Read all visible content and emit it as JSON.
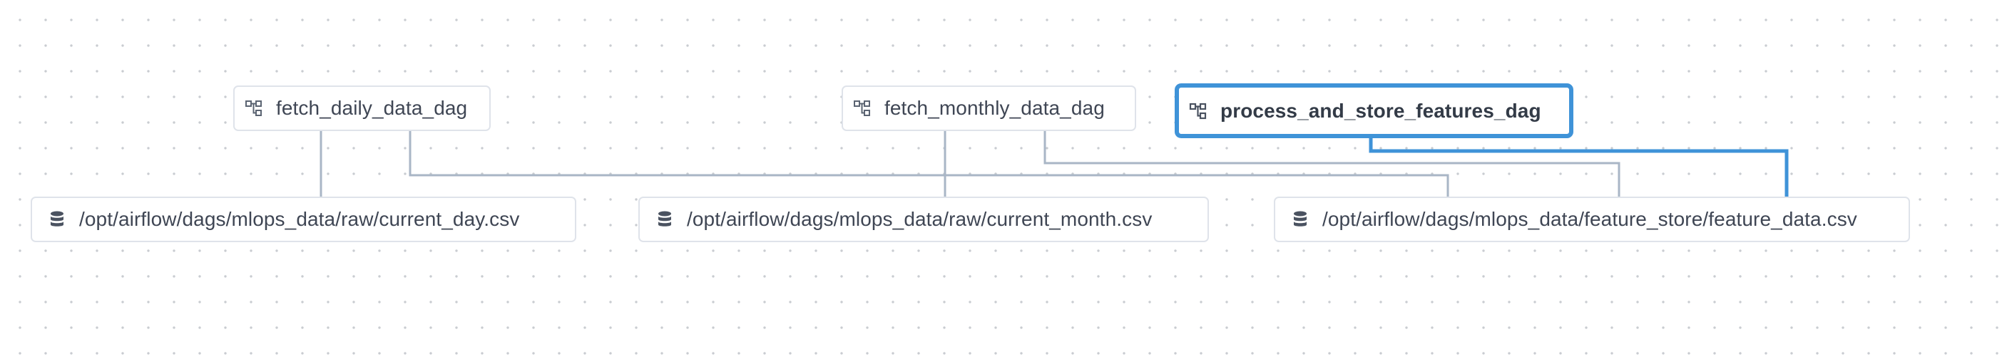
{
  "colors": {
    "edge_default": "#a9b6c6",
    "edge_selected": "#3f93d8",
    "node_border": "#dfe3ea",
    "node_text": "#3f4654",
    "dot_grid": "#c9ccd1"
  },
  "dags": [
    {
      "id": "fetch_daily_data_dag",
      "label": "fetch_daily_data_dag",
      "icon": "dag-icon",
      "selected": false
    },
    {
      "id": "fetch_monthly_data_dag",
      "label": "fetch_monthly_data_dag",
      "icon": "dag-icon",
      "selected": false
    },
    {
      "id": "process_and_store_features_dag",
      "label": "process_and_store_features_dag",
      "icon": "dag-icon",
      "selected": true
    }
  ],
  "datasets": [
    {
      "id": "current_day",
      "label": "/opt/airflow/dags/mlops_data/raw/current_day.csv",
      "icon": "dataset-icon"
    },
    {
      "id": "current_month",
      "label": "/opt/airflow/dags/mlops_data/raw/current_month.csv",
      "icon": "dataset-icon"
    },
    {
      "id": "feature_data",
      "label": "/opt/airflow/dags/mlops_data/feature_store/feature_data.csv",
      "icon": "dataset-icon"
    }
  ],
  "edges": [
    {
      "from": "fetch_daily_data_dag",
      "to": "current_day",
      "highlighted": false
    },
    {
      "from": "fetch_daily_data_dag",
      "to": "feature_data",
      "highlighted": false
    },
    {
      "from": "fetch_monthly_data_dag",
      "to": "current_month",
      "highlighted": false
    },
    {
      "from": "fetch_monthly_data_dag",
      "to": "feature_data",
      "highlighted": false
    },
    {
      "from": "process_and_store_features_dag",
      "to": "feature_data",
      "highlighted": true
    }
  ]
}
